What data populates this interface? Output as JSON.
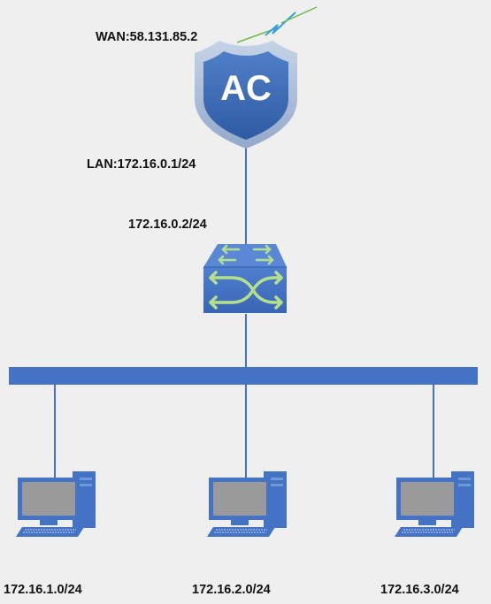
{
  "wan_label": "WAN:58.131.85.2",
  "ac_text": "AC",
  "lan_label": "LAN:172.16.0.1/24",
  "switch_ip_label": "172.16.0.2/24",
  "subnets": [
    {
      "label": "172.16.1.0/24"
    },
    {
      "label": "172.16.2.0/24"
    },
    {
      "label": "172.16.3.0/24"
    }
  ],
  "colors": {
    "background": "#efefef",
    "blue": "#4472c4",
    "shield_outer": "#aebfd8",
    "shield_inner": "#3c68b0",
    "arrow_green": "#b5e08a",
    "screen_gray": "#9a9a9a",
    "lightning_green": "#6dbb4a"
  }
}
